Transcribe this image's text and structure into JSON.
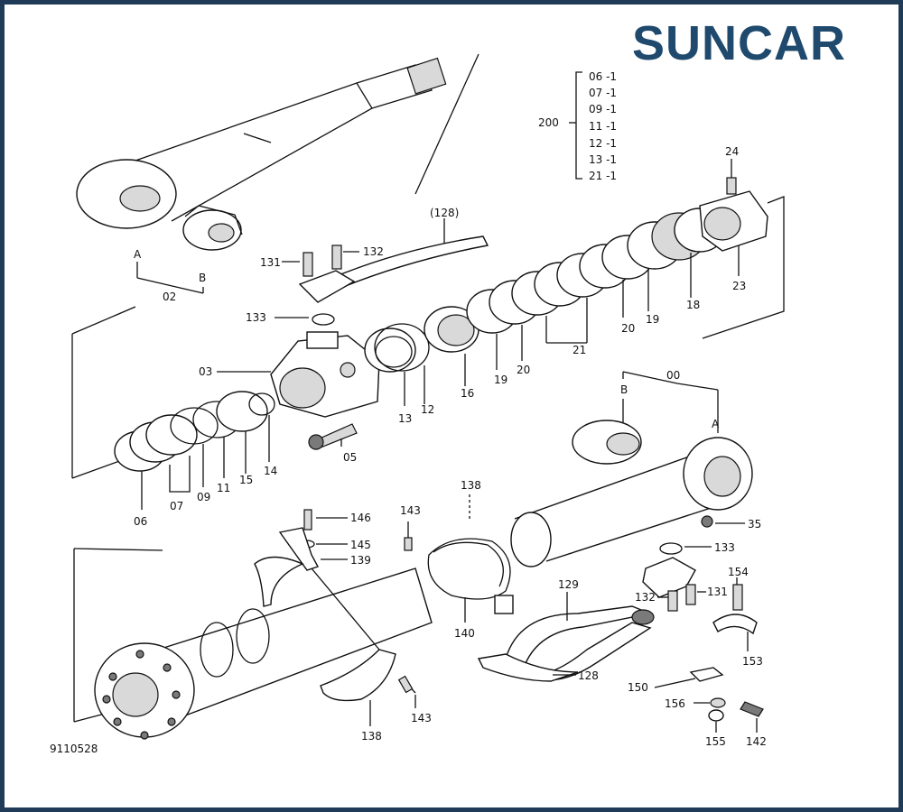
{
  "brand": {
    "name": "SUNCAR",
    "colors": {
      "navy": "#1f4a6e",
      "teal": "#1aa6a6"
    }
  },
  "drawing_number": "9110528",
  "kit": {
    "label": "200",
    "items": [
      "06 -1",
      "07 -1",
      "09 -1",
      "11 -1",
      "12 -1",
      "13 -1",
      "21 -1"
    ]
  },
  "callouts": {
    "A1": "A",
    "B1": "B",
    "p02": "02",
    "p128a": "(128)",
    "p131a": "131",
    "p132a": "132",
    "p133a": "133",
    "p03": "03",
    "p05": "05",
    "p13": "13",
    "p12": "12",
    "p16": "16",
    "p19a": "19",
    "p20a": "20",
    "p21": "21",
    "p20b": "20",
    "p19b": "19",
    "p18": "18",
    "p23": "23",
    "p24": "24",
    "p06": "06",
    "p07": "07",
    "p09": "09",
    "p11": "11",
    "p15": "15",
    "p14": "14",
    "p00": "00",
    "B2": "B",
    "A2": "A",
    "p35": "35",
    "p133b": "133",
    "p154": "154",
    "p132b": "132",
    "p131b": "131",
    "p153": "153",
    "p129": "129",
    "p128b": "128",
    "p150": "150",
    "p156": "156",
    "p155": "155",
    "p142": "142",
    "p138a": "138",
    "p143a": "143",
    "p140": "140",
    "p146": "146",
    "p145": "145",
    "p139": "139",
    "p138b": "138",
    "p143b": "143"
  }
}
